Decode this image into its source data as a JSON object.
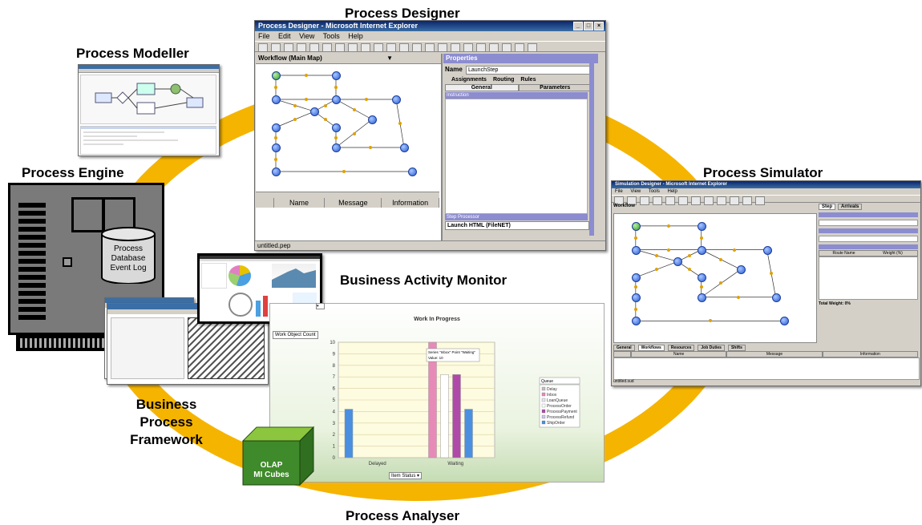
{
  "colors": {
    "ring": "#f5b400",
    "title_bar": "#0a246a",
    "bar_blue": "#4a8fe0",
    "bar_magenta": "#b04aa8",
    "bar_pink": "#e88ab8"
  },
  "labels": {
    "process_designer": "Process Designer",
    "process_modeller": "Process Modeller",
    "process_engine": "Process Engine",
    "process_simulator": "Process Simulator",
    "business_activity_monitor": "Business Activity Monitor",
    "business_process_framework": [
      "Business",
      "Process",
      "Framework"
    ],
    "process_analyser": "Process Analyser"
  },
  "engine": {
    "db_lines": [
      "Process",
      "Database",
      "Event Log"
    ]
  },
  "olap": {
    "lines": [
      "OLAP",
      "MI Cubes"
    ]
  },
  "designer": {
    "title": "Process Designer - Microsoft Internet Explorer",
    "menu": [
      "File",
      "Edit",
      "View",
      "Tools",
      "Help"
    ],
    "map_select": "Workflow (Main Map)",
    "properties_title": "Properties",
    "name_label": "Name",
    "name_value": "LaunchStep",
    "tabs": [
      "Assignments",
      "Routing",
      "Rules"
    ],
    "subtabs": [
      "General",
      "Parameters"
    ],
    "instruction": "Instruction",
    "step_processor": "Step Processor",
    "launch_value": "Launch HTML (FileNET)",
    "columns": [
      "Name",
      "Message",
      "Information"
    ],
    "status": "untitled.pep"
  },
  "simulator": {
    "title": "Simulation Designer - Microsoft Internet Explorer",
    "menu": [
      "File",
      "View",
      "Tools",
      "Help"
    ],
    "workflow_label": "Workflow",
    "tabs": [
      "Step",
      "Arrivals"
    ],
    "total_weight": "Total Weight: 0%",
    "route_cols": [
      "Route Name",
      "Weight (%)"
    ],
    "bottom_tabs": [
      "General",
      "Workflows",
      "Resources",
      "Job Duties",
      "Shifts"
    ],
    "bottom_cols": [
      "Name",
      "Message",
      "Information"
    ],
    "status": "untitled.sud"
  },
  "monitor": {
    "work_object_count": "Work Object Count",
    "item_status": "Item Status"
  },
  "chart_data": {
    "type": "bar",
    "title": "Work In Progress",
    "categories": [
      "Delayed",
      "Waiting"
    ],
    "ylim": [
      0,
      10
    ],
    "yticks": [
      0,
      1,
      2,
      3,
      4,
      5,
      6,
      7,
      8,
      9,
      10
    ],
    "series": [
      {
        "name": "Inbox",
        "values": [
          0,
          10
        ],
        "color": "#e88ab8"
      },
      {
        "name": "ProcessOrder",
        "values": [
          0,
          7.2
        ],
        "color": "#ffffff"
      },
      {
        "name": "ProcessPayment",
        "values": [
          0,
          7.2
        ],
        "color": "#b04aa8"
      },
      {
        "name": "ShipOrder",
        "values": [
          4.2,
          4.2
        ],
        "color": "#4a8fe0"
      }
    ],
    "legend_title": "Queue",
    "legend": [
      "Delay",
      "Inbox",
      "LoanQueue",
      "ProcessOrder",
      "ProcessPayment",
      "ProcessRefund",
      "ShipOrder"
    ],
    "legend_colors": [
      "#c0c0c0",
      "#e88ab8",
      "#e6e6f0",
      "#ffffff",
      "#b04aa8",
      "#c8c8e8",
      "#4a8fe0"
    ],
    "tooltip": [
      "Series \"Inbox\" Point \"Waiting\"",
      "Value: 10"
    ]
  }
}
